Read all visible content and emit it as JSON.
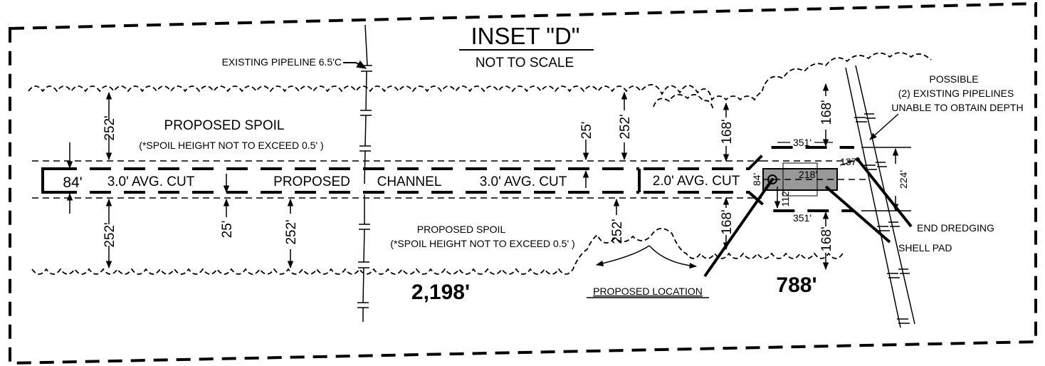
{
  "inset": {
    "title": "INSET \"D\"",
    "subtitle": "NOT TO SCALE"
  },
  "labels": {
    "existing_pipeline": "EXISTING PIPELINE 6.5'C",
    "possible_line1": "POSSIBLE",
    "possible_line2": "(2) EXISTING PIPELINES",
    "possible_line3": "UNABLE TO OBTAIN DEPTH",
    "spoil_top": "PROPOSED SPOIL",
    "spoil_top_note": "(*SPOIL HEIGHT NOT TO EXCEED 0.5' )",
    "spoil_bottom": "PROPOSED SPOIL",
    "spoil_bottom_note": "(*SPOIL HEIGHT NOT TO EXCEED 0.5' )",
    "cut_left": "3.0' AVG. CUT",
    "channel_proposed": "PROPOSED",
    "channel_word": "CHANNEL",
    "cut_mid": "3.0' AVG. CUT",
    "cut_right": "2.0' AVG. CUT",
    "end_dredging": "END DREDGING",
    "shell_pad": "SHELL PAD",
    "proposed_location": "PROPOSED LOCATION",
    "length_main": "2,198'",
    "length_end": "788'"
  },
  "dimensions": {
    "d_252_top_left": "252'",
    "d_84_left": "84'",
    "d_25_top": "25'",
    "d_252_top_right": "252'",
    "d_168_top_a": "168'",
    "d_168_top_b": "168'",
    "d_351_top": "351'",
    "d_137": "137'",
    "d_224": "224'",
    "d_218": "218'",
    "d_84_pad": "84'",
    "d_112": "112'",
    "d_351_bottom": "351'",
    "d_252_bottom_left": "252'",
    "d_25_bottom": "25'",
    "d_252_bottom_mid": "252'",
    "d_252_bottom_right": "252'",
    "d_168_bottom_a": "168'",
    "d_168_bottom_b": "168'"
  }
}
